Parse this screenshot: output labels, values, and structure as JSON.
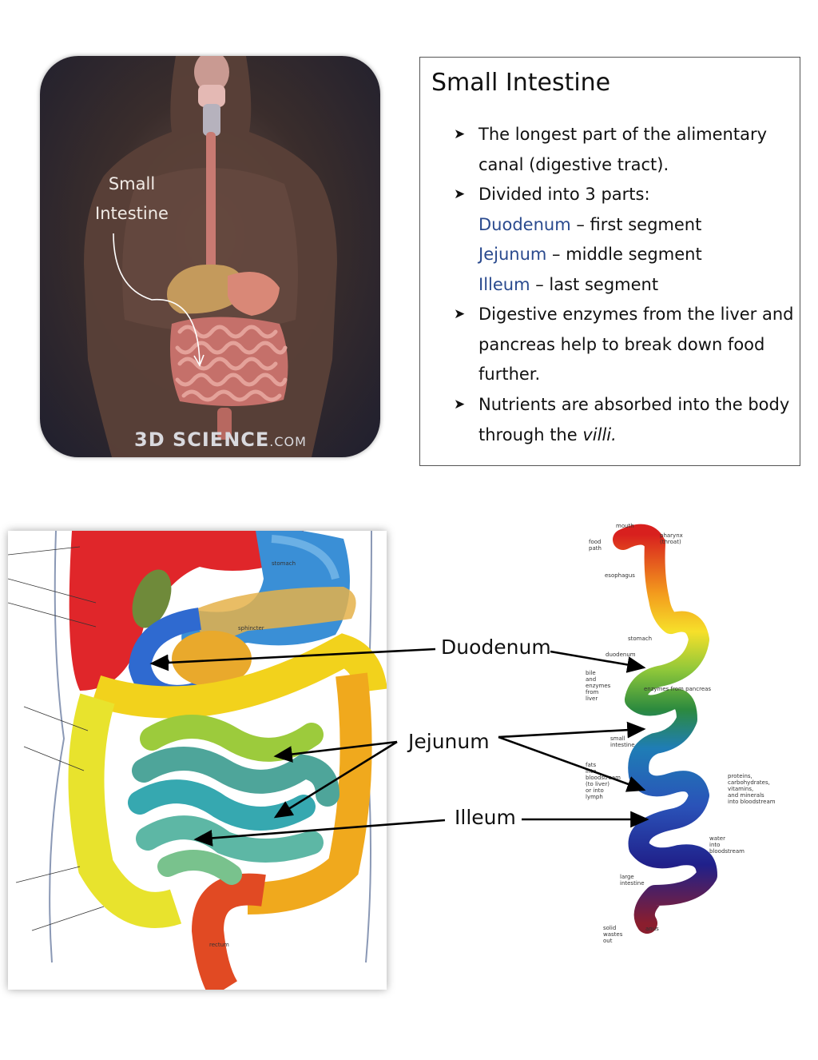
{
  "figure_top": {
    "label_line1": "Small",
    "label_line2": "Intestine",
    "watermark_big": "3D SCIENCE",
    "watermark_small": ".COM"
  },
  "info_box": {
    "title": "Small Intestine",
    "bullets": [
      "The longest part of the alimentary canal (digestive tract).",
      "Divided into 3 parts:",
      "Digestive enzymes from the liver and pancreas help to break down food further.",
      "Nutrients are absorbed into the body through the"
    ],
    "parts": [
      {
        "name": "Duodenum",
        "desc": " – first segment"
      },
      {
        "name": "Jejunum",
        "desc": " – middle segment"
      },
      {
        "name": "Illeum",
        "desc": " – last segment"
      }
    ],
    "villi_word": "villi."
  },
  "callouts": {
    "duodenum": "Duodenum",
    "jejunum": "Jejunum",
    "illeum": "Illeum"
  },
  "gut_labels": {
    "stomach": "stomach",
    "sphincter": "sphincter",
    "rectum": "rectum"
  },
  "tract_labels": {
    "mouth": "mouth",
    "pharynx": "pharynx",
    "throat": "(throat)",
    "food": "food",
    "path": "path",
    "esophagus": "esophagus",
    "stomach": "stomach",
    "duodenum": "duodenum",
    "bile": "bile",
    "and": "and",
    "enzymes": "enzymes",
    "from": "from",
    "liver": "liver",
    "enzymes_pancreas": "enzymes from pancreas",
    "small": "small",
    "intestine": "intestine",
    "fats": "fats",
    "into": "into",
    "bloodstream": "bloodstream",
    "to_liver": "(to liver)",
    "or_into": "or into",
    "lymph": "lymph",
    "proteins": "proteins,",
    "carbohydrates": "carbohydrates,",
    "vitamins": "vitamins,",
    "and_minerals": "and minerals",
    "into_bloodstream": "into bloodstream",
    "water": "water",
    "large": "large",
    "solid": "solid",
    "wastes": "wastes",
    "out": "out",
    "anus": "anus"
  },
  "colors": {
    "duodenum_blue": "#2a4a8e",
    "border": "#555555"
  }
}
